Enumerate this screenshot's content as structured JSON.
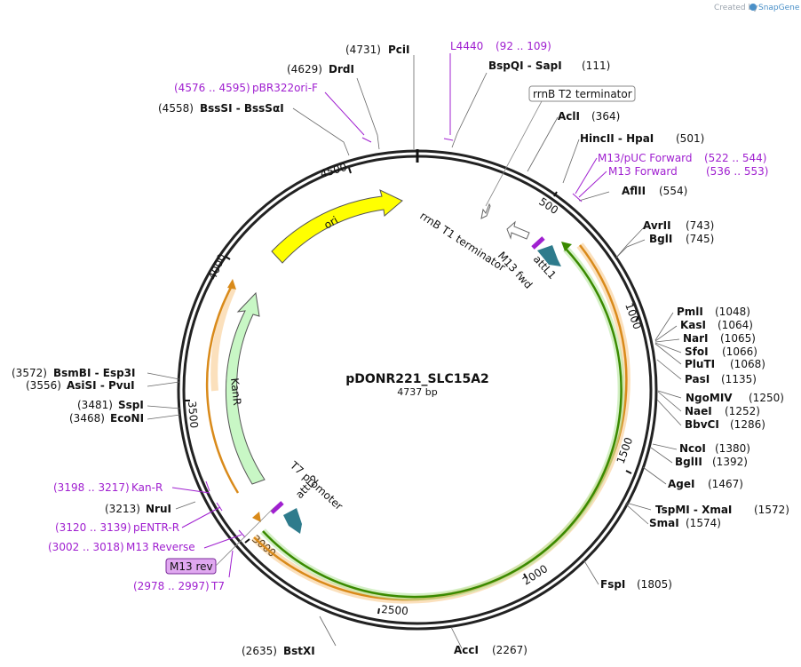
{
  "watermark": {
    "prefix": "Created by",
    "brand": "SnapGene"
  },
  "plasmid": {
    "name": "pDONR221_SLC15A2",
    "size_label": "4737 bp"
  },
  "ruler_ticks": [
    "500",
    "1000",
    "1500",
    "2000",
    "2500",
    "3000",
    "3500",
    "4000",
    "4500"
  ],
  "enzymes": [
    {
      "pos": "(4731)",
      "name": "PciI"
    },
    {
      "pos": "(4629)",
      "name": "DrdI"
    },
    {
      "pos": "(4558)",
      "name": "BssSI  -  BssSαI"
    },
    {
      "name": "BspQI  -  SapI",
      "pos": "(111)"
    },
    {
      "name": "AclI",
      "pos": "(364)"
    },
    {
      "name": "HincII  -  HpaI",
      "pos": "(501)"
    },
    {
      "name": "AflII",
      "pos": "(554)"
    },
    {
      "name": "AvrII",
      "pos": "(743)"
    },
    {
      "name": "BglI",
      "pos": "(745)"
    },
    {
      "name": "PmlI",
      "pos": "(1048)"
    },
    {
      "name": "KasI",
      "pos": "(1064)"
    },
    {
      "name": "NarI",
      "pos": "(1065)"
    },
    {
      "name": "SfoI",
      "pos": "(1066)"
    },
    {
      "name": "PluTI",
      "pos": "(1068)"
    },
    {
      "name": "PasI",
      "pos": "(1135)"
    },
    {
      "name": "NgoMIV",
      "pos": "(1250)"
    },
    {
      "name": "NaeI",
      "pos": "(1252)"
    },
    {
      "name": "BbvCI",
      "pos": "(1286)"
    },
    {
      "name": "NcoI",
      "pos": "(1380)"
    },
    {
      "name": "BglII",
      "pos": "(1392)"
    },
    {
      "name": "AgeI",
      "pos": "(1467)"
    },
    {
      "name": "TspMI  -  XmaI",
      "pos": "(1572)"
    },
    {
      "name": "SmaI",
      "pos": "(1574)"
    },
    {
      "name": "FspI",
      "pos": "(1805)"
    },
    {
      "name": "AccI",
      "pos": "(2267)"
    },
    {
      "pos": "(2635)",
      "name": "BstXI"
    },
    {
      "pos": "(3213)",
      "name": "NruI"
    },
    {
      "pos": "(3468)",
      "name": "EcoNI"
    },
    {
      "pos": "(3481)",
      "name": "SspI"
    },
    {
      "pos": "(3556)",
      "name": "AsiSI  -  PvuI"
    },
    {
      "pos": "(3572)",
      "name": "BsmBI  -  Esp3I"
    }
  ],
  "primers": [
    {
      "name": "L4440",
      "range": "(92 .. 109)"
    },
    {
      "range": "(4576 .. 4595)",
      "name": "pBR322ori-F"
    },
    {
      "name": "M13/pUC Forward",
      "range": "(522 .. 544)"
    },
    {
      "name": "M13 Forward",
      "range": "(536 .. 553)"
    },
    {
      "range": "(3198 .. 3217)",
      "name": "Kan-R"
    },
    {
      "range": "(3120 .. 3139)",
      "name": "pENTR-R"
    },
    {
      "range": "(3002 .. 3018)",
      "name": "M13 Reverse"
    },
    {
      "range": "(2978 .. 2997)",
      "name": "T7"
    }
  ],
  "boxed_labels": {
    "terminator_t2": "rrnB T2 terminator",
    "m13_rev": "M13 rev"
  },
  "features": {
    "ori": "ori",
    "kanr": "KanR",
    "rrnb_t1": "rrnB T1 terminator",
    "m13_fwd": "M13 fwd",
    "attl1": "attL1",
    "t7_promoter": "T7 promoter",
    "attl2": "attL2"
  },
  "colors": {
    "backbone": "#222222",
    "ori": "#ffff00",
    "kanr": "#c8f7c5",
    "insert_orange": "#f4a640",
    "insert_green": "#3a8a00",
    "attl": "#2e7b8c",
    "primer": "#a020d0"
  }
}
